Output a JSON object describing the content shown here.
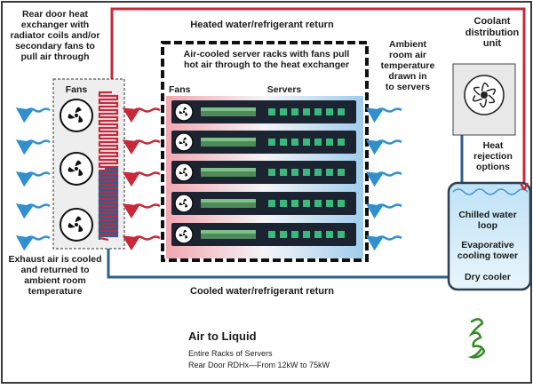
{
  "labels": {
    "rear_door": "Rear door heat\nexchanger with\nradiator coils and/or\nsecondary fans to\npull air through",
    "heated_return": "Heated water/refrigerant return",
    "coolant_unit": "Coolant\ndistribution\nunit",
    "racks_title": "Air-cooled server racks with fans pull\nhot air through to the heat exchanger",
    "ambient_air": "Ambient\nroom air\ntemperature\ndrawn in\nto servers",
    "fans_left": "Fans",
    "fans_rack": "Fans",
    "servers": "Servers",
    "heat_rejection": "Heat\nrejection\noptions",
    "chilled_water": "Chilled water\nloop",
    "evaporative": "Evaporative\ncooling tower",
    "dry_cooler": "Dry cooler",
    "exhaust_air": "Exhaust air is cooled\nand returned to\nambient room\ntemperature",
    "cooled_return": "Cooled water/refrigerant return"
  },
  "caption": {
    "heading": "Air to Liquid",
    "line1": "Entire Racks of Servers",
    "line2": "Rear Door RDHx—From 12kW to 75kW"
  },
  "colors": {
    "hot_pipe": "#c8283a",
    "cold_pipe": "#2e5f8e",
    "server_body": "#1c2431",
    "led_green": "#39b97c",
    "water": "#cfe8f8",
    "signature": "#2f8a1f"
  }
}
